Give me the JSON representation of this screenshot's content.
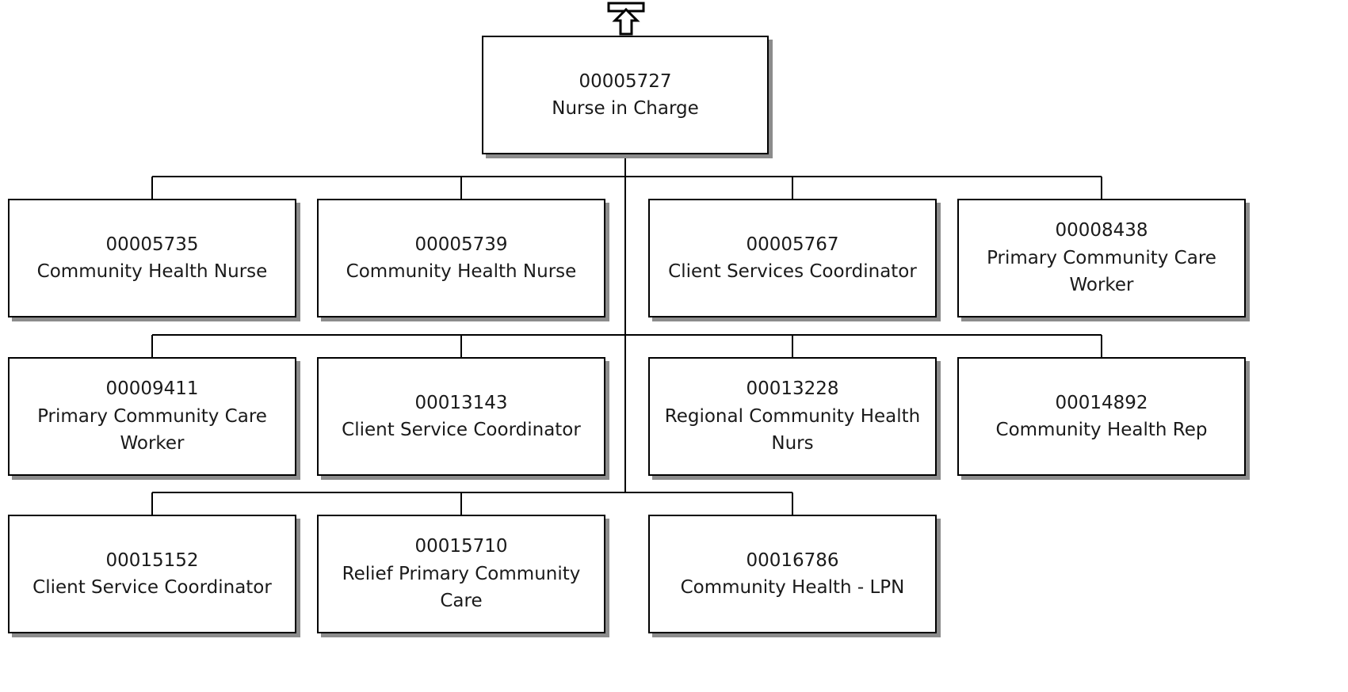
{
  "icons": {
    "navigate_up": "navigate-up-icon"
  },
  "colors": {
    "box_border": "#000000",
    "box_shadow": "#8c8c8c",
    "line": "#000000",
    "text": "#1a1a1a"
  },
  "root": {
    "id": "00005727",
    "title": "Nurse in Charge"
  },
  "rows": [
    [
      {
        "id": "00005735",
        "title": "Community Health Nurse"
      },
      {
        "id": "00005739",
        "title": "Community Health Nurse"
      },
      {
        "id": "00005767",
        "title": "Client Services Coordinator"
      },
      {
        "id": "00008438",
        "title": "Primary Community Care Worker"
      }
    ],
    [
      {
        "id": "00009411",
        "title": "Primary Community Care Worker"
      },
      {
        "id": "00013143",
        "title": "Client Service Coordinator"
      },
      {
        "id": "00013228",
        "title": "Regional Community Health Nurs"
      },
      {
        "id": "00014892",
        "title": "Community Health Rep"
      }
    ],
    [
      {
        "id": "00015152",
        "title": "Client Service Coordinator"
      },
      {
        "id": "00015710",
        "title": "Relief Primary Community Care"
      },
      {
        "id": "00016786",
        "title": "Community Health - LPN"
      }
    ]
  ]
}
